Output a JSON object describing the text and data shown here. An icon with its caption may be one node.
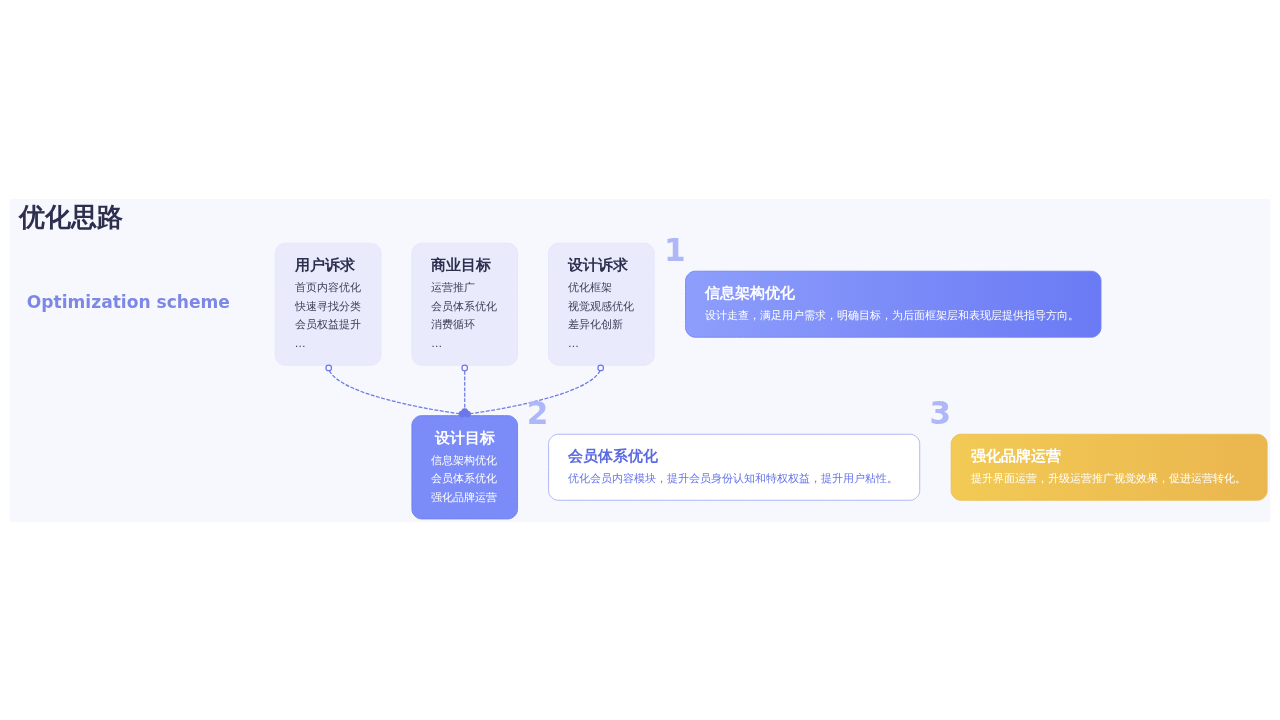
{
  "diagram": {
    "title": "优化思路",
    "nodes": [
      {
        "text": [
          "用户诉求",
          "首页内容优化",
          "快速寻找分类",
          "会员权益提升",
          "…"
        ]
      },
      {
        "text": [
          "商业目标",
          "运营推广",
          "会员体系优化",
          "消费循环",
          "…"
        ]
      },
      {
        "text": [
          "设计诉求",
          "优化框架",
          "视觉观感优化",
          "差异化创新",
          "…"
        ]
      },
      {
        "text": [
          "设计目标",
          "信息架构优化",
          "会员体系优化",
          "强化品牌运营"
        ]
      },
      {
        "text": [
          "信息架构优化",
          "设计走查，满足用户需求，明确目标，为后面框架层和表现层提供指导方向。"
        ],
        "beside": [
          "1"
        ]
      },
      {
        "text": [
          "会员体系优化",
          "优化会员内容模块，提升会员身份认知和特权权益，提升用户粘性。"
        ],
        "beside": [
          "2"
        ]
      },
      {
        "text": [
          "强化品牌运营",
          "提升界面运营，升级运营推广视觉效果，促进运营转化。"
        ],
        "beside": [
          "3"
        ]
      }
    ],
    "edges": [
      {
        "from": 0,
        "to": 3,
        "arrow": "other",
        "style": "dashed"
      },
      {
        "from": 1,
        "to": 3,
        "arrow": "other",
        "style": "dashed"
      },
      {
        "from": 2,
        "to": 3,
        "arrow": "other",
        "style": "dashed"
      }
    ],
    "labels": [
      "Optimization scheme"
    ]
  }
}
